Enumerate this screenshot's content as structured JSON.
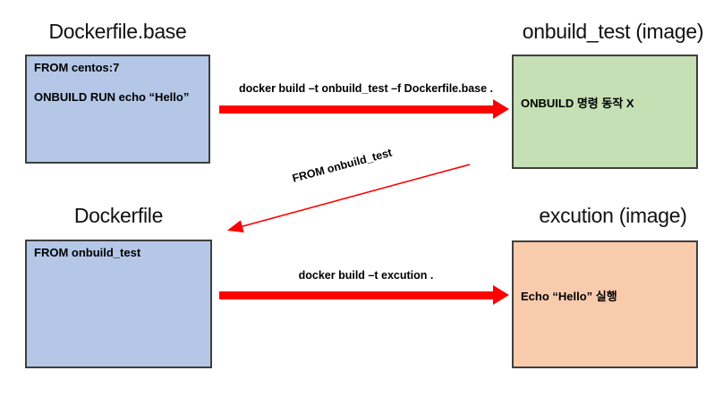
{
  "diagram": {
    "nodes": {
      "dockerfile_base": {
        "title": "Dockerfile.base",
        "line1": "FROM centos:7",
        "line2": "ONBUILD RUN echo “Hello”"
      },
      "onbuild_test": {
        "title": "onbuild_test (image)",
        "text": "ONBUILD 명령 동작 X"
      },
      "dockerfile": {
        "title": "Dockerfile",
        "text": "FROM onbuild_test"
      },
      "excution": {
        "title": "excution (image)",
        "text": "Echo “Hello” 실행"
      }
    },
    "arrows": {
      "build_base": {
        "label": "docker build –t onbuild_test –f Dockerfile.base ."
      },
      "from_onbuild": {
        "label": "FROM onbuild_test"
      },
      "build_excution": {
        "label": "docker build –t excution ."
      }
    },
    "colors": {
      "dockerfile_fill": "#b4c7e7",
      "onbuild_image_fill": "#c5e0b4",
      "excution_image_fill": "#f8cbad",
      "arrow_red": "#fe0000",
      "box_border": "#3f3f3f"
    }
  }
}
